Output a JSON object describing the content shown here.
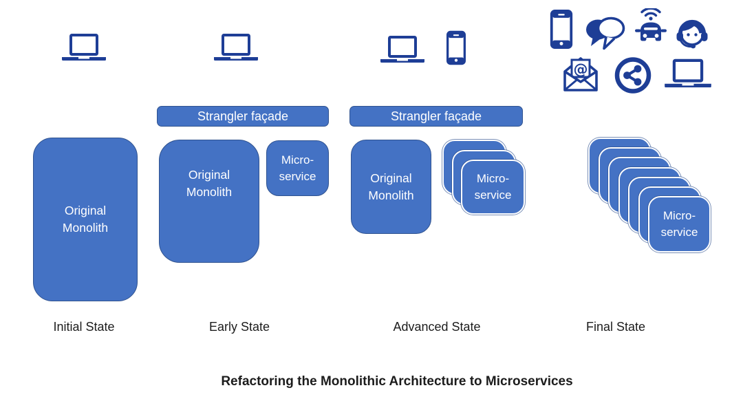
{
  "title": "Refactoring the Monolithic Architecture to Microservices",
  "colors": {
    "shape_fill": "#4472C4",
    "shape_border": "#2F528F",
    "icon_navy": "#1E3E96",
    "shape_text": "#FFFFFF",
    "label_text": "#1C1C1C"
  },
  "labels": {
    "strangler_facade": "Strangler façade",
    "original_monolith": "Original Monolith",
    "microservice_lines": [
      "Micro-",
      "service"
    ]
  },
  "stages": [
    {
      "name": "Initial State",
      "devices": [
        "laptop"
      ],
      "microservice_count": 0
    },
    {
      "name": "Early State",
      "devices": [
        "laptop"
      ],
      "facade_label": "Strangler façade",
      "microservice_count": 1
    },
    {
      "name": "Advanced State",
      "devices": [
        "laptop",
        "smartphone"
      ],
      "facade_label": "Strangler façade",
      "microservice_count": 3
    },
    {
      "name": "Final State",
      "devices": [
        "smartphone",
        "chat-bubbles",
        "connected-car",
        "support-agent",
        "email-at",
        "share-network",
        "laptop"
      ],
      "microservice_count": 7
    }
  ]
}
